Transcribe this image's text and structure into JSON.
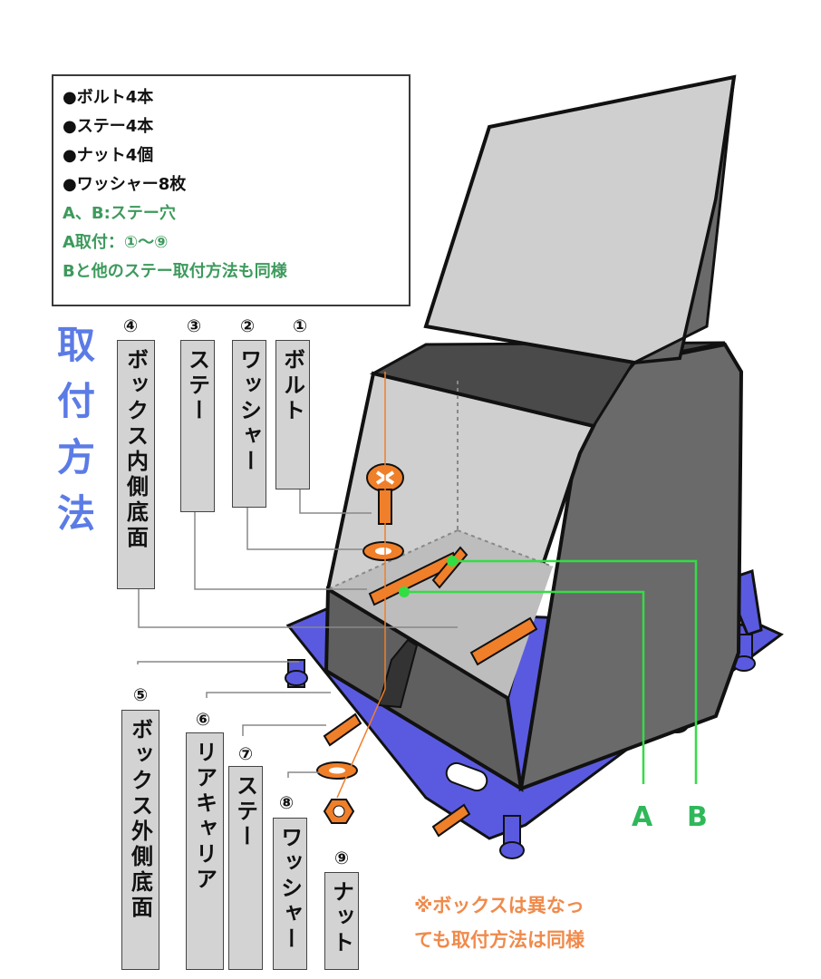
{
  "notes": [
    {
      "text": "●ボルト4本",
      "color": "black"
    },
    {
      "text": "●ステー4本",
      "color": "black"
    },
    {
      "text": "●ナット4個",
      "color": "black"
    },
    {
      "text": "●ワッシャー8枚",
      "color": "black"
    },
    {
      "text": "A、B:ステー穴",
      "color": "green"
    },
    {
      "text": "A取付：①〜⑨",
      "color": "green"
    },
    {
      "text": "Bと他のステー取付方法も同様",
      "color": "green"
    }
  ],
  "side_title": [
    "取",
    "付",
    "方",
    "法"
  ],
  "parts_top": [
    {
      "num": "①",
      "label": "ボルト"
    },
    {
      "num": "②",
      "label": "ワッシャー"
    },
    {
      "num": "③",
      "label": "ステー"
    },
    {
      "num": "④",
      "label": "ボックス内側底面"
    }
  ],
  "parts_bottom": [
    {
      "num": "⑤",
      "label": "ボックス外側底面"
    },
    {
      "num": "⑥",
      "label": "リアキャリア"
    },
    {
      "num": "⑦",
      "label": "ステー"
    },
    {
      "num": "⑧",
      "label": "ワッシャー"
    },
    {
      "num": "⑨",
      "label": "ナット"
    }
  ],
  "hole_labels": {
    "a": "A",
    "b": "B"
  },
  "footnote": [
    "※ボックスは異なっ",
    "ても取付方法は同様"
  ],
  "colors": {
    "box_light": "#cfcfcf",
    "box_dark": "#6a6a6a",
    "carrier": "#5a5ae0",
    "orange": "#f07f2a",
    "leader_green": "#33dd44",
    "title_blue": "#5b7be6",
    "note_green": "#3d9a5c"
  }
}
